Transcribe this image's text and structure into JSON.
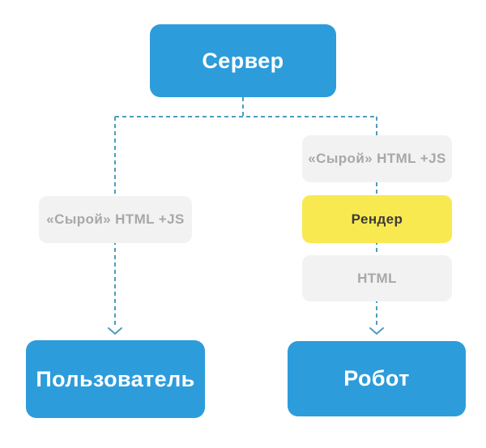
{
  "diagram": {
    "title": "Server rendering flow",
    "nodes": {
      "server": {
        "label": "Сервер",
        "type": "blue"
      },
      "left_raw": {
        "label": "«Сырой» HTML +JS",
        "type": "gray"
      },
      "right_raw": {
        "label": "«Сырой» HTML +JS",
        "type": "gray"
      },
      "render": {
        "label": "Рендер",
        "type": "yellow"
      },
      "html": {
        "label": "HTML",
        "type": "gray"
      },
      "user": {
        "label": "Пользователь",
        "type": "blue"
      },
      "robot": {
        "label": "Робот",
        "type": "blue"
      }
    },
    "edges": [
      {
        "from": "server",
        "to": "user",
        "via": [
          "left_raw"
        ],
        "style": "dashed-arrow"
      },
      {
        "from": "server",
        "to": "robot",
        "via": [
          "right_raw",
          "render",
          "html"
        ],
        "style": "dashed-arrow"
      }
    ],
    "colors": {
      "node_blue": "#2D9CDB",
      "node_gray": "#F2F2F2",
      "node_yellow": "#F9E950",
      "text_white": "#FFFFFF",
      "text_gray": "#A8A8A8",
      "text_dark": "#3B3B3B",
      "connector": "#4F9CBE",
      "background": "#FFFFFF"
    }
  }
}
